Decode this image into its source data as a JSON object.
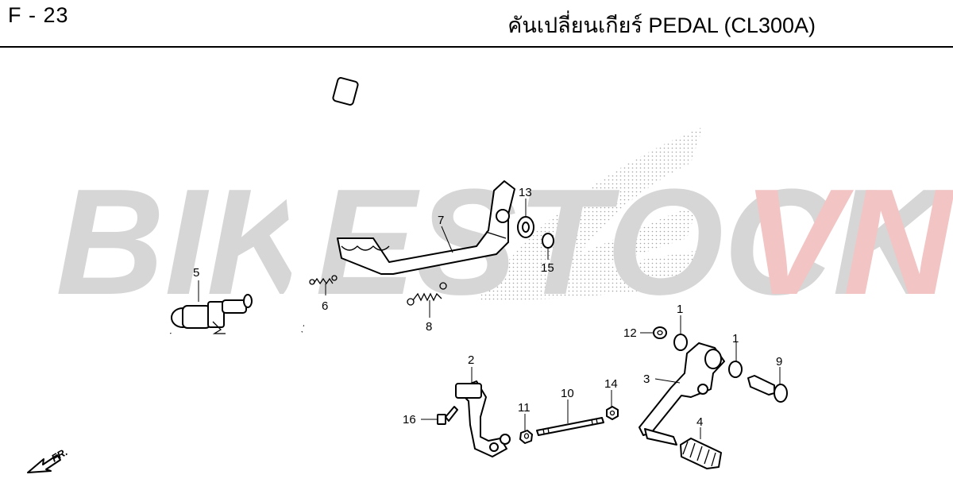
{
  "header": {
    "code": "F - 23",
    "name": "คันเปลี่ยนเกียร์ PEDAL (CL300A)"
  },
  "watermark": {
    "part1": "BIKESTOCK",
    "part2": "VN",
    "color_gray": "#d6d6d6",
    "color_red": "#f2c4c4"
  },
  "direction_marker": {
    "label": "FR."
  },
  "callouts": {
    "c1a": "1",
    "c1b": "1",
    "c2": "2",
    "c3": "3",
    "c4": "4",
    "c5": "5",
    "c6": "6",
    "c7": "7",
    "c8": "8",
    "c9": "9",
    "c10": "10",
    "c11": "11",
    "c12": "12",
    "c13": "13",
    "c14": "14",
    "c15": "15",
    "c16": "16"
  }
}
